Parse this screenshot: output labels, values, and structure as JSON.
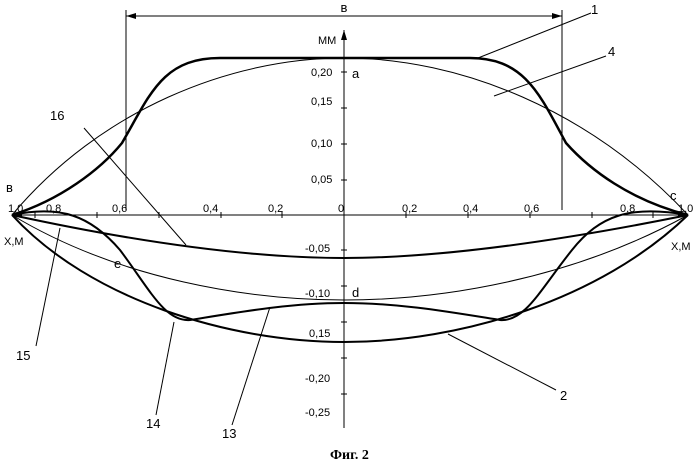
{
  "figure": {
    "caption": "Фиг. 2",
    "y_axis_label": "MM",
    "x_axis_label_left": "X,M",
    "x_axis_label_right": "X,M",
    "dimension_label": "в",
    "point_labels": {
      "a": "а",
      "b": "в",
      "c": "с",
      "d": "d",
      "e": "е"
    },
    "x_tick_labels_left": [
      "1,0",
      "0,8",
      "0,6",
      "0,4",
      "0,2"
    ],
    "x_tick_labels_right": [
      "0",
      "0,2",
      "0,4",
      "0,6",
      "0,8",
      "1,0"
    ],
    "y_tick_labels_pos": [
      "0,20",
      "0,15",
      "0,10",
      "0,05"
    ],
    "y_tick_labels_neg": [
      "-0,05",
      "-0,10",
      "0,15",
      "-0,20",
      "-0,25"
    ],
    "curve_numbers": [
      "1",
      "4",
      "16",
      "15",
      "14",
      "13",
      "2"
    ]
  }
}
